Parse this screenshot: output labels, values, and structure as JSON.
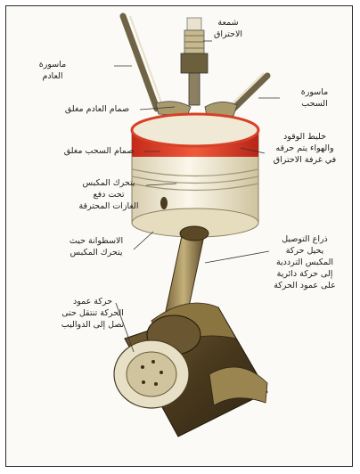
{
  "labels": {
    "spark_plug": [
      "شمعة",
      "الاحتراق"
    ],
    "exhaust_pipe": [
      "ماسورة",
      "العادم"
    ],
    "intake_pipe": [
      "ماسورة",
      "السحب"
    ],
    "exhaust_valve": [
      "صمام العادم مغلق"
    ],
    "intake_valve": [
      "صمام السحب مغلق"
    ],
    "fuel_air_mixture": [
      "خليط الوقود",
      "والهواء يتم حرقه",
      "في غرفة الاحتراق"
    ],
    "piston_moves": [
      "يتحرك المكبس",
      "تحت دفع",
      "الغازات المحترقة"
    ],
    "cylinder": [
      "الاسطوانة حيث",
      "يتحرك المكبس"
    ],
    "connecting_rod": [
      "ذراع التوصيل",
      "يحيل حركة",
      "المكبس الترددية",
      "إلى حركة دائرية",
      "على عمود الحركة"
    ],
    "crankshaft": [
      "حركة عمود",
      "الحركة تنتقل حتى",
      "تصل إلى الدواليب"
    ]
  },
  "colors": {
    "combustion_band": "#e0402a",
    "piston_body": "#f2ecd6",
    "metal": "#8a7a4a",
    "crank": "#4a3a22"
  }
}
